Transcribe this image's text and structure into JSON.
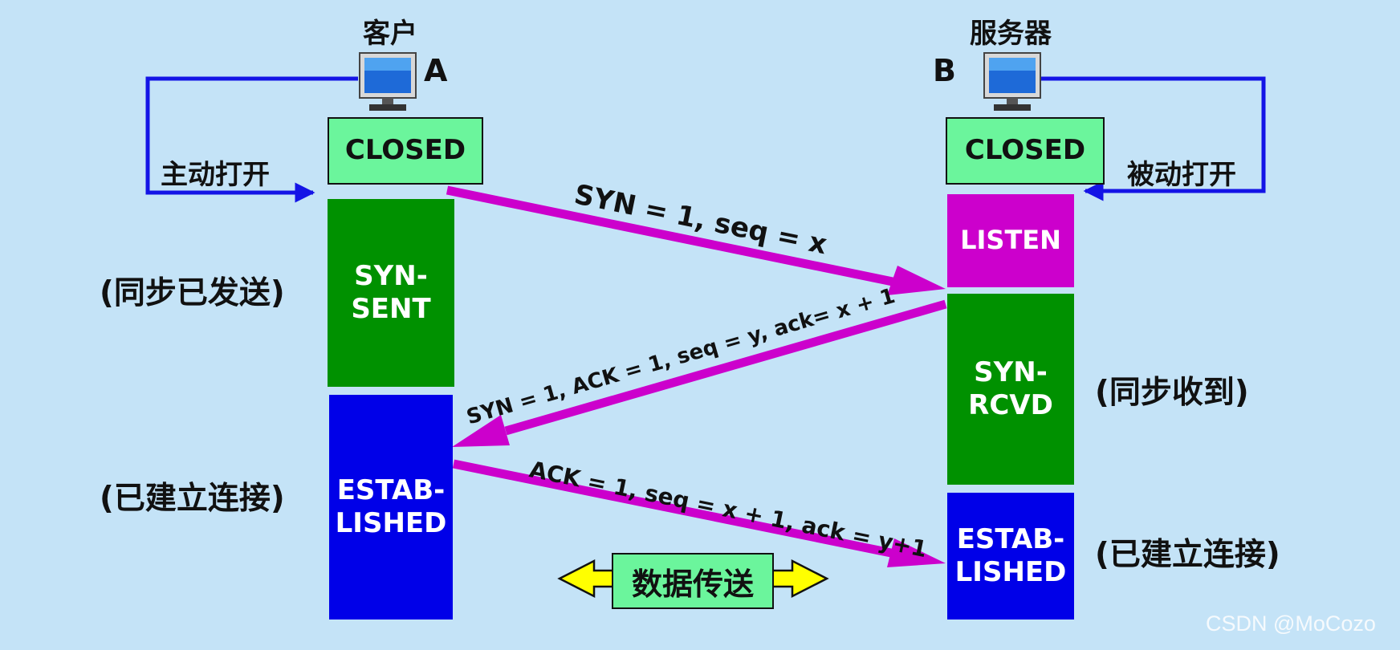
{
  "client": {
    "title": "客户",
    "letter": "A"
  },
  "server": {
    "title": "服务器",
    "letter": "B"
  },
  "client_states": {
    "closed": "CLOSED",
    "syn_sent_line1": "SYN-",
    "syn_sent_line2": "SENT",
    "established_line1": "ESTAB-",
    "established_line2": "LISHED"
  },
  "server_states": {
    "closed": "CLOSED",
    "listen": "LISTEN",
    "syn_rcvd_line1": "SYN-",
    "syn_rcvd_line2": "RCVD",
    "established_line1": "ESTAB-",
    "established_line2": "LISHED"
  },
  "labels": {
    "active_open": "主动打开",
    "passive_open": "被动打开",
    "syn_sent_desc": "(同步已发送)",
    "client_established_desc": "(已建立连接)",
    "syn_rcvd_desc": "(同步收到)",
    "server_established_desc": "(已建立连接)"
  },
  "messages": {
    "syn": "SYN = 1, seq = x",
    "syn_ack": "SYN = 1, ACK = 1, seq = y, ack= x + 1",
    "ack": "ACK = 1, seq = x + 1, ack = y+1"
  },
  "data_transfer": "数据传送",
  "watermark": "CSDN @MoCozo",
  "colors": {
    "background": "#c4e3f7",
    "closed": "#6bf59c",
    "green": "#009100",
    "blue": "#0000e8",
    "purple": "#cc00cc",
    "flow_line": "#1414e6",
    "transfer_arrow": "#ffff00"
  }
}
